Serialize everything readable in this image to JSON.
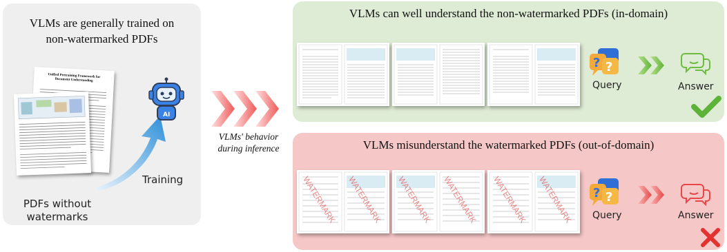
{
  "left_panel": {
    "title_line1": "VLMs are generally trained on",
    "title_line2": "non-watermarked PDFs",
    "training_label": "Training",
    "pdf_label_line1": "PDFs without",
    "pdf_label_line2": "watermarks",
    "doc_heading": "Unified Pretraining Framework for Document Understanding"
  },
  "middle": {
    "behavior_line1": "VLMs' behavior",
    "behavior_line2": "during inference"
  },
  "top_panel": {
    "title": "VLMs can well understand the non-watermarked PDFs (in-domain)",
    "query_label": "Query",
    "answer_label": "Answer"
  },
  "bottom_panel": {
    "title": "VLMs misunderstand the watermarked PDFs (out-of-domain)",
    "query_label": "Query",
    "answer_label": "Answer",
    "watermark_text": "WATERMARK"
  },
  "colors": {
    "in_domain_bg": "#dfecd5",
    "out_domain_bg": "#f6c7c7",
    "training_bg": "#efefef",
    "green_accent": "#6dbb3f",
    "red_accent": "#e8474a",
    "robot_blue": "#2f6fd6"
  },
  "icons": [
    "robot-icon",
    "query-bubbles-icon",
    "answer-bubble-icon",
    "checkmark-icon",
    "cross-icon",
    "chevron-arrows-icon",
    "curved-arrow-icon"
  ]
}
